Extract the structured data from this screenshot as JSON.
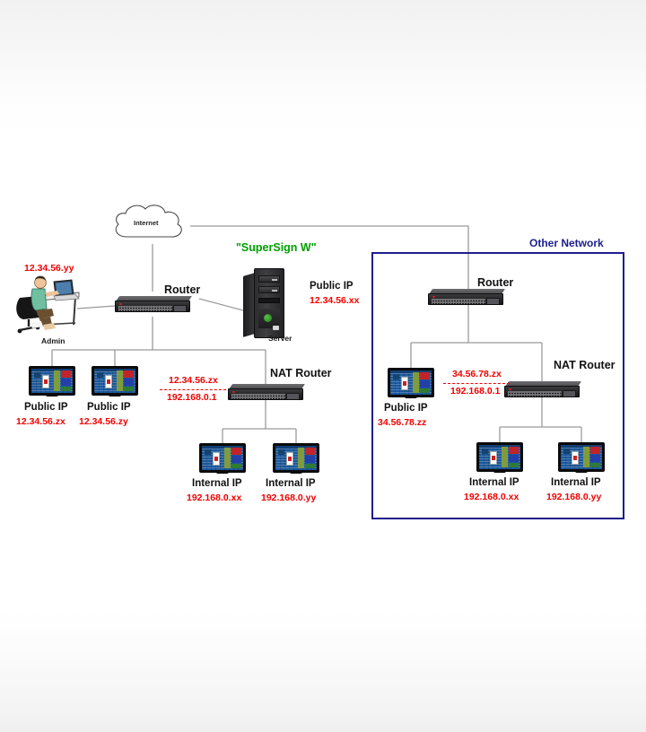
{
  "diagram": {
    "title_green": "\"SuperSign W\"",
    "other_network_label": "Other Network",
    "internet_label": "Internet"
  },
  "left_network": {
    "admin": {
      "ip": "12.34.56.yy",
      "caption": "Admin"
    },
    "router": {
      "label": "Router"
    },
    "server": {
      "caption": "Server",
      "public_ip_label": "Public IP",
      "public_ip_value": "12.34.56.xx"
    },
    "nat_router": {
      "label": "NAT Router",
      "wan_ip": "12.34.56.zx",
      "lan_ip": "192.168.0.1"
    },
    "public_displays": [
      {
        "label": "Public IP",
        "ip": "12.34.56.zx"
      },
      {
        "label": "Public IP",
        "ip": "12.34.56.zy"
      }
    ],
    "internal_displays": [
      {
        "label": "Internal IP",
        "ip": "192.168.0.xx"
      },
      {
        "label": "Internal IP",
        "ip": "192.168.0.yy"
      }
    ]
  },
  "right_network": {
    "router": {
      "label": "Router"
    },
    "nat_router": {
      "label": "NAT Router",
      "wan_ip": "34.56.78.zx",
      "lan_ip": "192.168.0.1"
    },
    "public_displays": [
      {
        "label": "Public IP",
        "ip": "34.56.78.zz"
      }
    ],
    "internal_displays": [
      {
        "label": "Internal IP",
        "ip": "192.168.0.xx"
      },
      {
        "label": "Internal IP",
        "ip": "192.168.0.yy"
      }
    ]
  },
  "colors": {
    "ip_red": "#f20000",
    "accent_green": "#00a000",
    "network_box_navy": "#1d1d8e",
    "wire_gray": "#9a9a9a"
  }
}
